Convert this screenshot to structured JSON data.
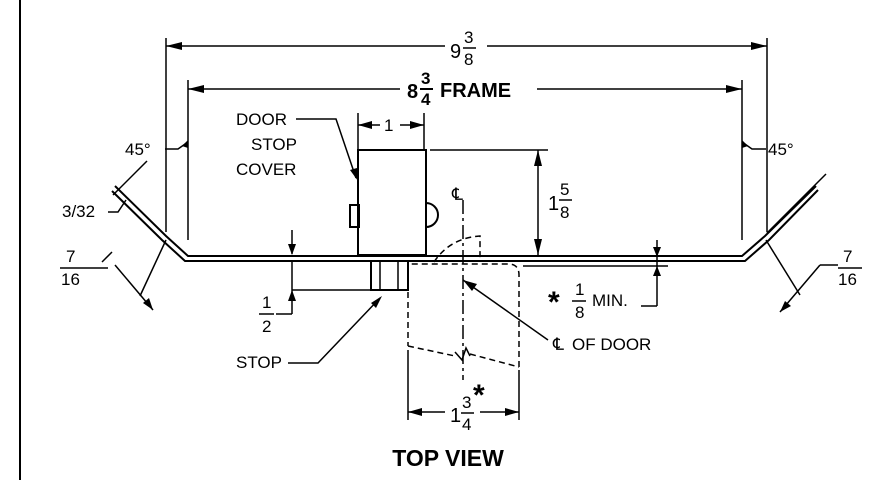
{
  "diagram": {
    "title": "TOP VIEW",
    "labels": {
      "overall_whole": "9",
      "overall_num": "3",
      "overall_den": "8",
      "frame_whole": "8",
      "frame_num": "3",
      "frame_den": "4",
      "frame_word": "FRAME",
      "door_stop_cover_1": "DOOR",
      "door_stop_cover_2": "STOP",
      "door_stop_cover_3": "COVER",
      "cover_width": "1",
      "angle_left": "45°",
      "angle_right": "45°",
      "thickness": "3/32",
      "return_left_num": "7",
      "return_left_den": "16",
      "return_right_num": "7",
      "return_right_den": "16",
      "cover_depth_whole": "1",
      "cover_depth_num": "5",
      "cover_depth_den": "8",
      "centerline_mark": "CL",
      "stop_offset_num": "1",
      "stop_offset_den": "2",
      "stop_word": "STOP",
      "asterisk": "*",
      "min_num": "1",
      "min_den": "8",
      "min_word": "MIN.",
      "cl_of_door": "OF DOOR",
      "door_whole": "1",
      "door_num": "3",
      "door_den": "4"
    }
  }
}
